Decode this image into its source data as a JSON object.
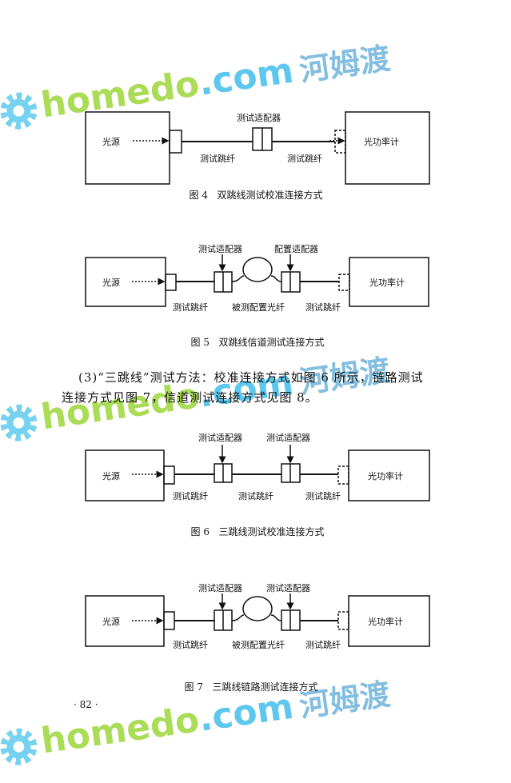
{
  "labels": {
    "light_source": "光源",
    "power_meter": "光功率计",
    "test_adapter": "测试适配器",
    "config_adapter": "配置适配器",
    "test_jumper": "测试跳纤",
    "config_fiber": "被测配置光纤"
  },
  "captions": {
    "fig4": "图 4   双跳线测试校准连接方式",
    "fig5": "图 5   双跳线信道测试连接方式",
    "fig6": "图 6   三跳线测试校准连接方式",
    "fig7": "图 7   三跳线链路测试连接方式"
  },
  "paragraph": {
    "line1": "(3)“三跳线”测试方法：校准连接方式如图 6 所示，链路测试",
    "line2": "连接方式见图 7，信道测试连接方式见图 8。"
  },
  "page_number": "· 82 ·",
  "watermark": {
    "brand": "homedo",
    "domain": ".com",
    "cn": "河姆渡"
  }
}
